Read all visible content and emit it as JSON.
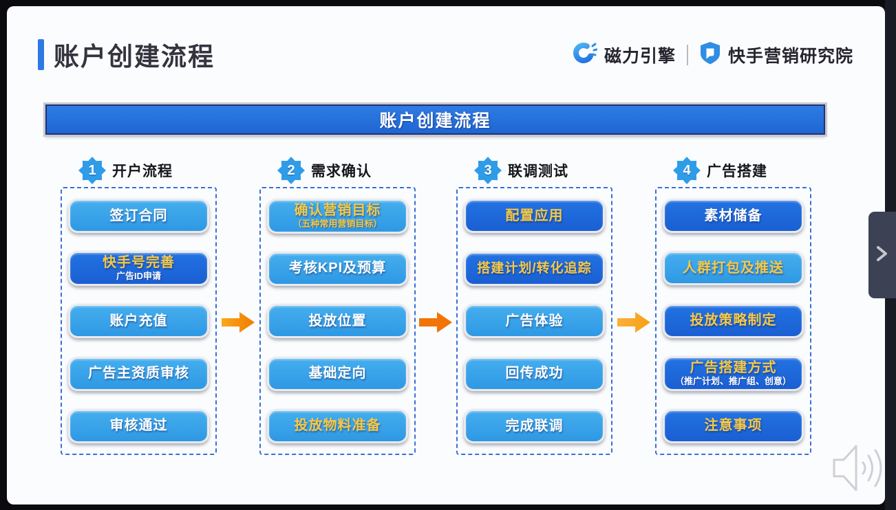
{
  "page_title": "账户创建流程",
  "brand": {
    "left_logo": "磁力引擎",
    "right_logo": "快手营销研究院"
  },
  "banner": {
    "label": "账户创建流程"
  },
  "flow": {
    "columns": [
      {
        "number": "1",
        "title": "开户流程",
        "items": [
          {
            "label": "签订合同"
          },
          {
            "label": "快手号完善",
            "sub": "广告ID申请"
          },
          {
            "label": "账户充值"
          },
          {
            "label": "广告主资质审核"
          },
          {
            "label": "审核通过"
          }
        ]
      },
      {
        "number": "2",
        "title": "需求确认",
        "items": [
          {
            "label": "确认营销目标",
            "sub": "（五种常用营销目标）"
          },
          {
            "label": "考核KPI及预算"
          },
          {
            "label": "投放位置"
          },
          {
            "label": "基础定向"
          },
          {
            "label": "投放物料准备"
          }
        ]
      },
      {
        "number": "3",
        "title": "联调测试",
        "items": [
          {
            "label": "配置应用"
          },
          {
            "label": "搭建计划/转化追踪"
          },
          {
            "label": "广告体验"
          },
          {
            "label": "回传成功"
          },
          {
            "label": "完成联调"
          }
        ]
      },
      {
        "number": "4",
        "title": "广告搭建",
        "items": [
          {
            "label": "素材储备"
          },
          {
            "label": "人群打包及推送"
          },
          {
            "label": "投放策略制定"
          },
          {
            "label": "广告搭建方式",
            "sub": "（推广计划、推广组、创意）"
          },
          {
            "label": "注意事项"
          }
        ]
      }
    ]
  },
  "colors": {
    "accent_blue": "#2d7ae5",
    "banner_blue": "#2372dc",
    "item_light_blue": "#35a3e9",
    "item_dark_blue": "#1e66d8",
    "badge_blue": "#2f9ce8",
    "dashed_border_blue": "#3a6fd8",
    "yellow_text": "#f6c844",
    "arrow_orange_1": "#f9a21d",
    "arrow_orange_2": "#f27405",
    "arrow_orange_3": "#fbb03b"
  }
}
